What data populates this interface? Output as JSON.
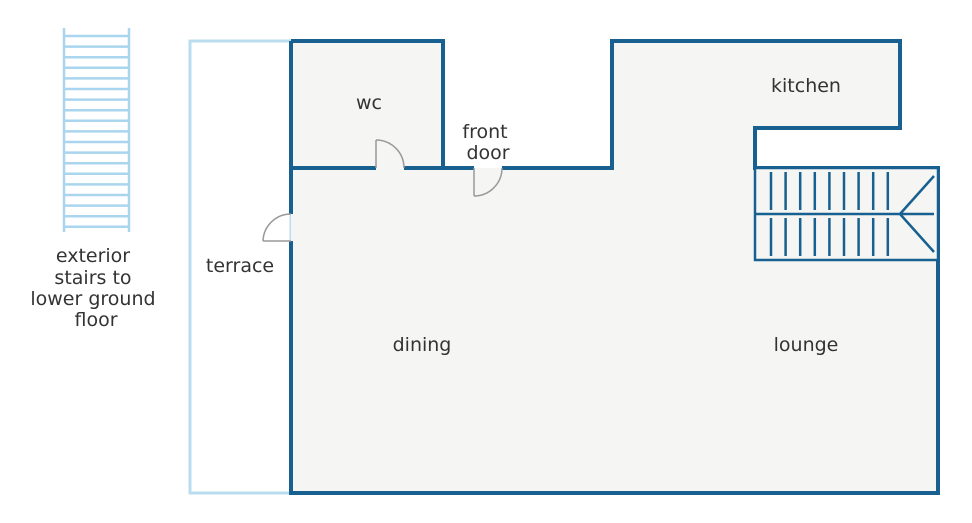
{
  "colors": {
    "wall": "#17608f",
    "terrace_outline": "#b9dcee",
    "floor": "#f5f6f4",
    "stairs_exterior": "#a9d5ee",
    "stairs_interior": "#17608f",
    "door": "#999999",
    "text": "#333333"
  },
  "labels": {
    "exterior_stairs": [
      "exterior",
      "stairs to",
      "lower ground",
      "floor"
    ],
    "wc": "wc",
    "front_door": [
      "front",
      "door"
    ],
    "kitchen": "kitchen",
    "terrace": "terrace",
    "dining": "dining",
    "lounge": "lounge"
  }
}
